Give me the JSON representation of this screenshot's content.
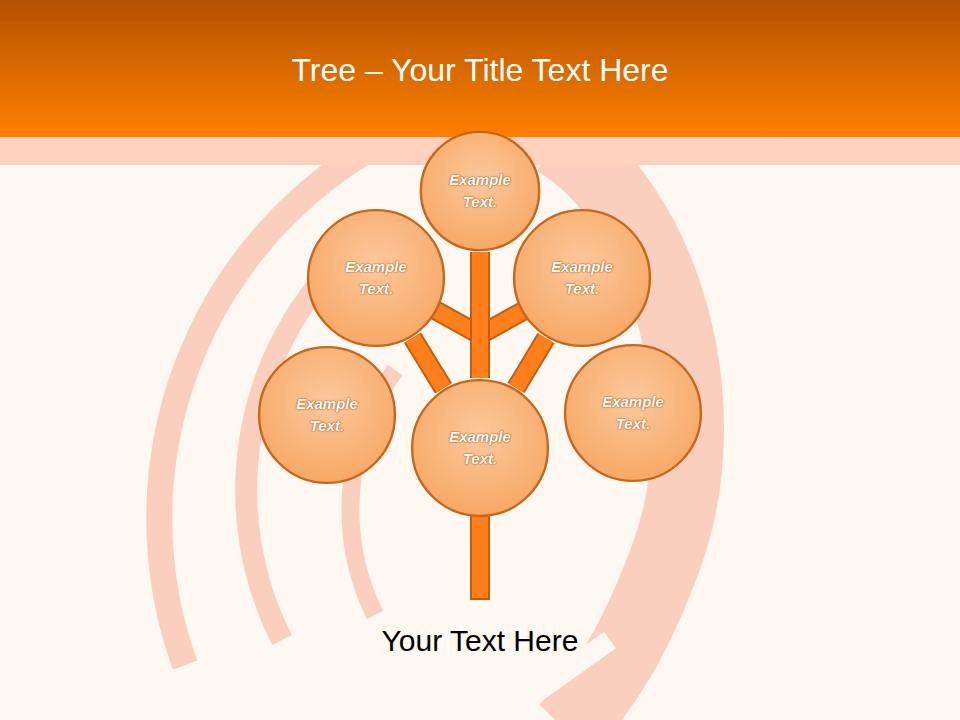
{
  "diagram": {
    "title": "Tree – Your Title Text Here",
    "caption": "Your Text Here",
    "nodes": [
      {
        "text": [
          "Example Text."
        ]
      },
      {
        "text": [
          "Example Text."
        ]
      },
      {
        "text": [
          "Example Text."
        ]
      },
      {
        "text": [
          "Example Text."
        ]
      },
      {
        "text": [
          "Example Text."
        ]
      },
      {
        "text": [
          "Example Text."
        ]
      }
    ],
    "edges": [
      {
        "from": 4,
        "to": 0,
        "arrow": "none"
      },
      {
        "from": 4,
        "to": 1,
        "arrow": "none"
      },
      {
        "from": 4,
        "to": 2,
        "arrow": "none"
      }
    ]
  }
}
